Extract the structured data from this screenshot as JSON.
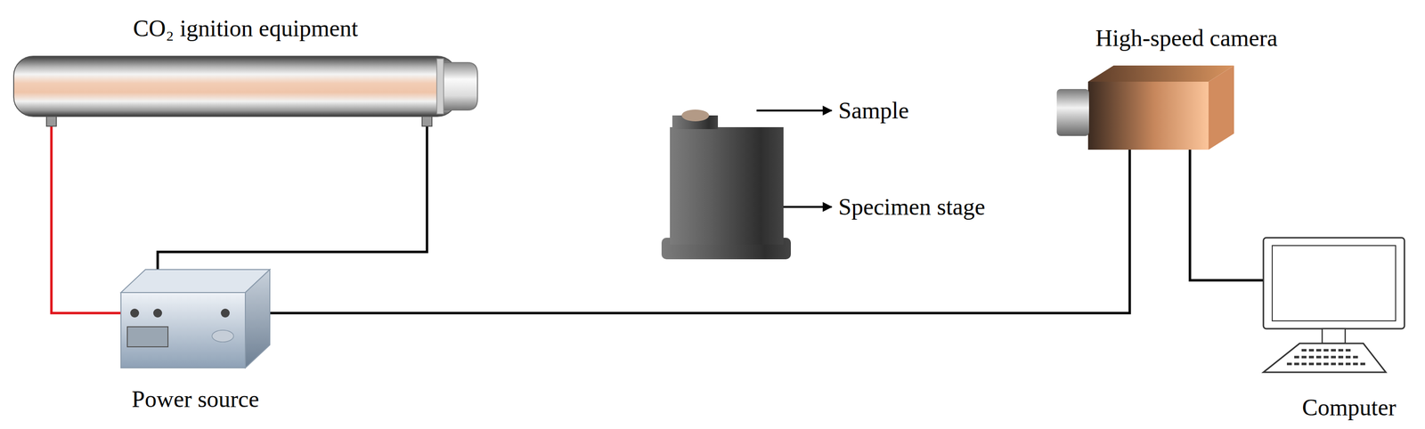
{
  "diagram": {
    "nodes": [
      {
        "text": [
          "CO₂ ignition equipment"
        ]
      },
      {
        "text": [
          "Power source"
        ]
      },
      {
        "text": [
          "High-speed camera"
        ]
      },
      {
        "text": [
          "Computer"
        ]
      }
    ],
    "edges": [
      {
        "from": 0,
        "to": 1,
        "arrow": "none"
      },
      {
        "from": 0,
        "to": 1,
        "arrow": "none"
      },
      {
        "from": 1,
        "to": 2,
        "arrow": "none"
      },
      {
        "from": 2,
        "to": 3,
        "arrow": "none"
      }
    ],
    "labels": [
      "Sample",
      "Specimen stage"
    ]
  }
}
